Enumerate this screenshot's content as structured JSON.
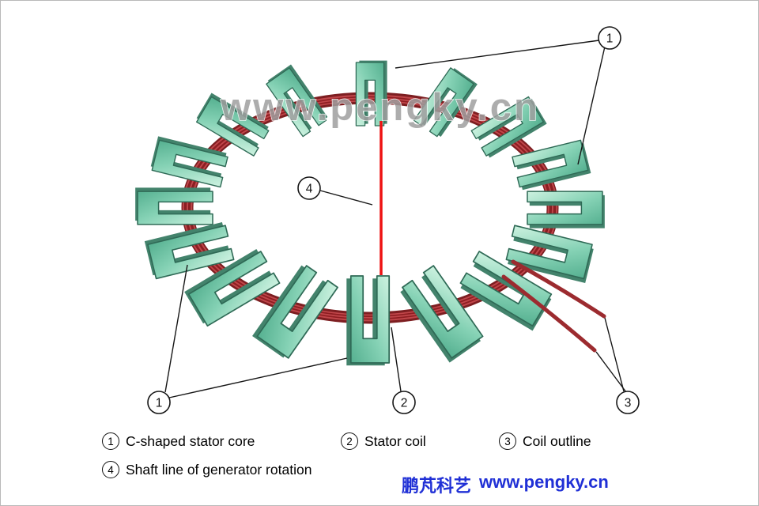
{
  "diagram": {
    "watermark": "www.pengky.cn",
    "callouts": {
      "one": "1",
      "two": "2",
      "three": "3",
      "four": "4"
    }
  },
  "legend": {
    "items": [
      {
        "num": "1",
        "label": "C-shaped stator core"
      },
      {
        "num": "2",
        "label": "Stator coil"
      },
      {
        "num": "3",
        "label": "Coil outline"
      },
      {
        "num": "4",
        "label": "Shaft line of generator rotation"
      }
    ]
  },
  "brand": {
    "name_cn": "鹏芃科艺",
    "site": "www.pengky.cn"
  },
  "colors": {
    "core_teal": "#84d1b4",
    "core_shadow": "#43836c",
    "coil_red": "#8e1e22",
    "coil_red_light": "#c0464a",
    "shaft_red": "#ee1212",
    "callout_ink": "#111111",
    "watermark_gray": "#9f9f9f",
    "brand_blue": "#2030d6"
  }
}
